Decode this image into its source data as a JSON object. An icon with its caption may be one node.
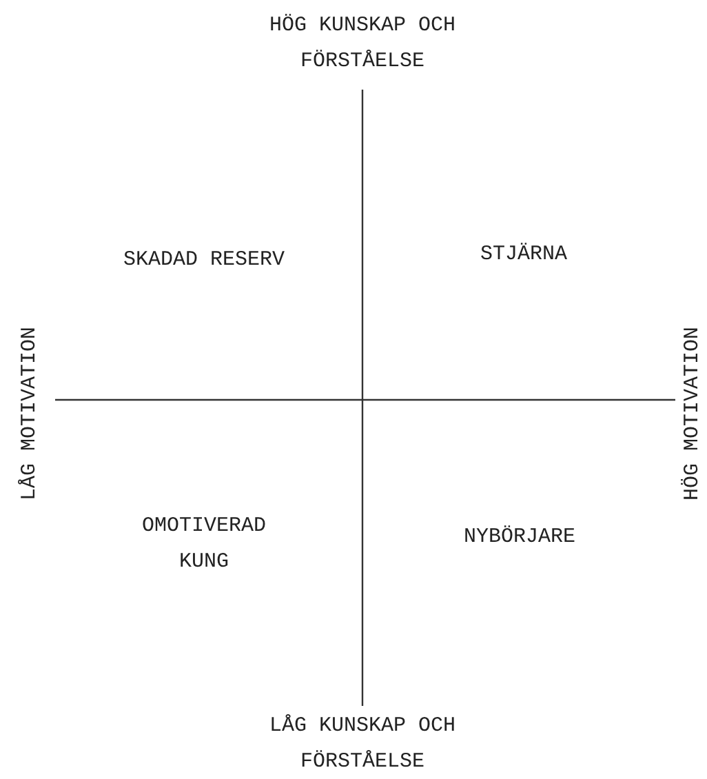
{
  "diagram": {
    "labels": [
      "HÖG KUNSKAP OCH FÖRSTÅELSE",
      "SKADAD RESERV",
      "STJÄRNA",
      "LÅG MOTIVATION",
      "HÖG MOTIVATION",
      "OMOTIVERAD KUNG",
      "NYBÖRJARE",
      "LÅG KUNSKAP OCH FÖRSTÅELSE"
    ]
  }
}
